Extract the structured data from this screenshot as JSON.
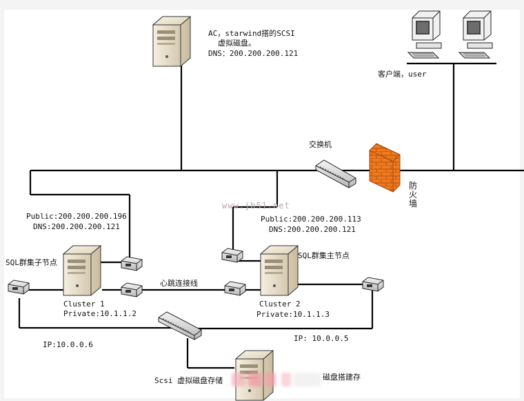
{
  "labels": {
    "ac_server": "AC，starwind搭的SCSI",
    "ac_server_2": "虚拟磁盘。",
    "ac_dns": "DNS：200.200.200.121",
    "client": "客户端，user",
    "switch": "交换机",
    "firewall": "防火墙",
    "watermark": "www.jb51.net",
    "left_public": "Public:200.200.200.196",
    "left_dns": "DNS:200.200.200.121",
    "right_public": "Public:200.200.200.113",
    "right_dns": "DNS:200.200.200.121",
    "sql_child": "SQL群集子节点",
    "sql_master": "SQL群集主节点",
    "heartbeat": "心跳连接线",
    "cluster1": "Cluster 1",
    "cluster1_private": "Private:10.1.1.2",
    "cluster2": "Cluster 2",
    "cluster2_private": "Private:10.1.1.3",
    "ip_left": "IP:10.0.0.6",
    "ip_right": "IP: 10.0.0.5",
    "scsi_storage": "Scsi 虚拟磁盘存储",
    "disk_build": "磁盘搭建存"
  },
  "colors": {
    "line": "#000000",
    "server_body": "#e7dcc3",
    "firewall": "#ef7a1f",
    "blur_patches": [
      "#f6b4bd",
      "#f49aa6",
      "#f4a1ab",
      "#f7c6cc"
    ]
  },
  "icons": {
    "server": "server-tower-icon",
    "switch": "network-switch-icon",
    "firewall": "brick-firewall-icon",
    "client": "desktop-computer-icon",
    "nic": "network-adapter-icon"
  }
}
